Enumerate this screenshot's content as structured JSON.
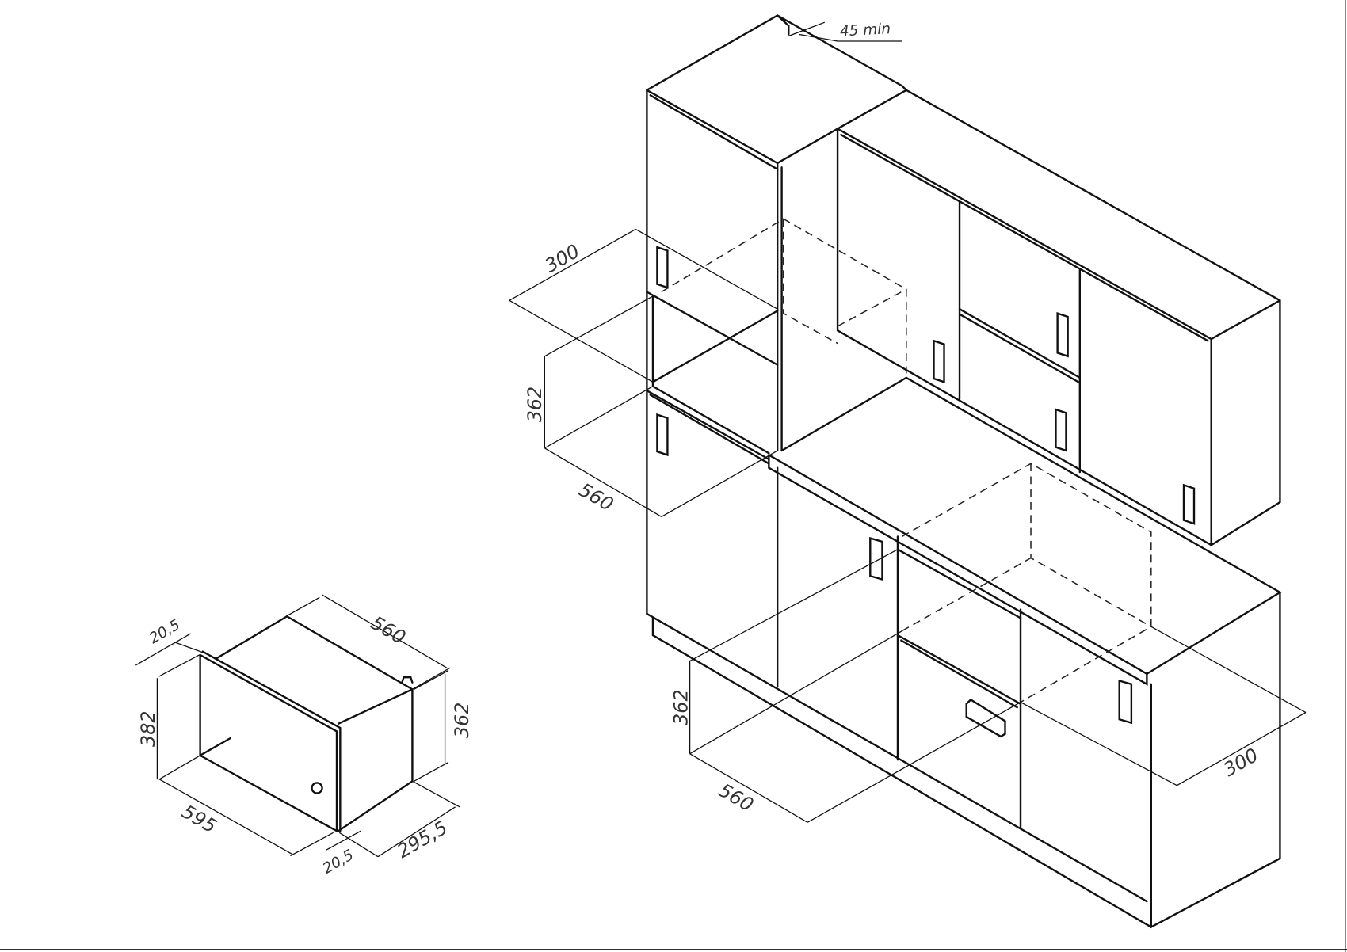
{
  "microwave": {
    "dimensions": {
      "width": "595",
      "height": "382",
      "depth": "295,5",
      "body_depth": "560",
      "body_height": "362",
      "door_top": "20,5",
      "door_bottom": "20,5"
    }
  },
  "installation": {
    "clearance": "45 min",
    "upper_niche": {
      "depth": "300",
      "height": "362",
      "width": "560"
    },
    "lower_niche": {
      "height": "362",
      "width": "560",
      "depth": "300"
    }
  }
}
